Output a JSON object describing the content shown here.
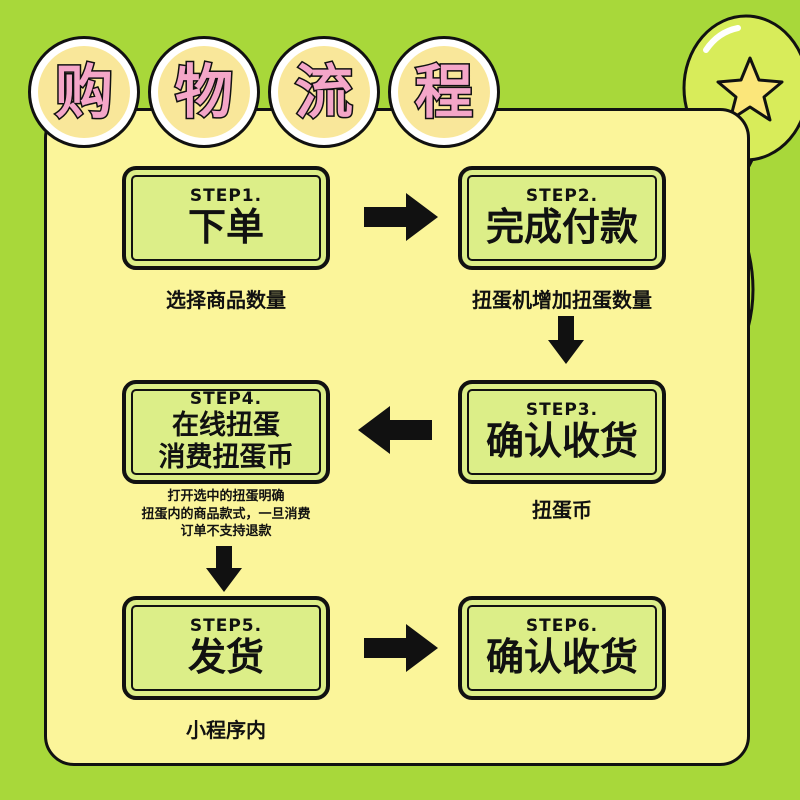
{
  "title": {
    "chars": [
      "购",
      "物",
      "流",
      "程"
    ]
  },
  "colors": {
    "background": "#a8d83a",
    "panel": "#fbf59a",
    "box": "#dcee88",
    "title_text": "#f4a6c8",
    "balloon": "#d8ec5a",
    "star": "#fbe67a"
  },
  "steps": [
    {
      "label": "STEP1.",
      "title": "下单",
      "caption": "选择商品数量"
    },
    {
      "label": "STEP2.",
      "title": "完成付款",
      "caption": "扭蛋机增加扭蛋数量"
    },
    {
      "label": "STEP3.",
      "title": "确认收货",
      "caption": "扭蛋币"
    },
    {
      "label": "STEP4.",
      "title_line1": "在线扭蛋",
      "title_line2": "消费扭蛋币",
      "note_line1": "打开选中的扭蛋明确",
      "note_line2": "扭蛋内的商品款式，一旦消费",
      "note_line3": "订单不支持退款"
    },
    {
      "label": "STEP5.",
      "title": "发货",
      "caption": "小程序内"
    },
    {
      "label": "STEP6.",
      "title": "确认收货"
    }
  ],
  "icons": {
    "arrow": "arrow-icon",
    "balloon": "star-balloon-icon"
  }
}
